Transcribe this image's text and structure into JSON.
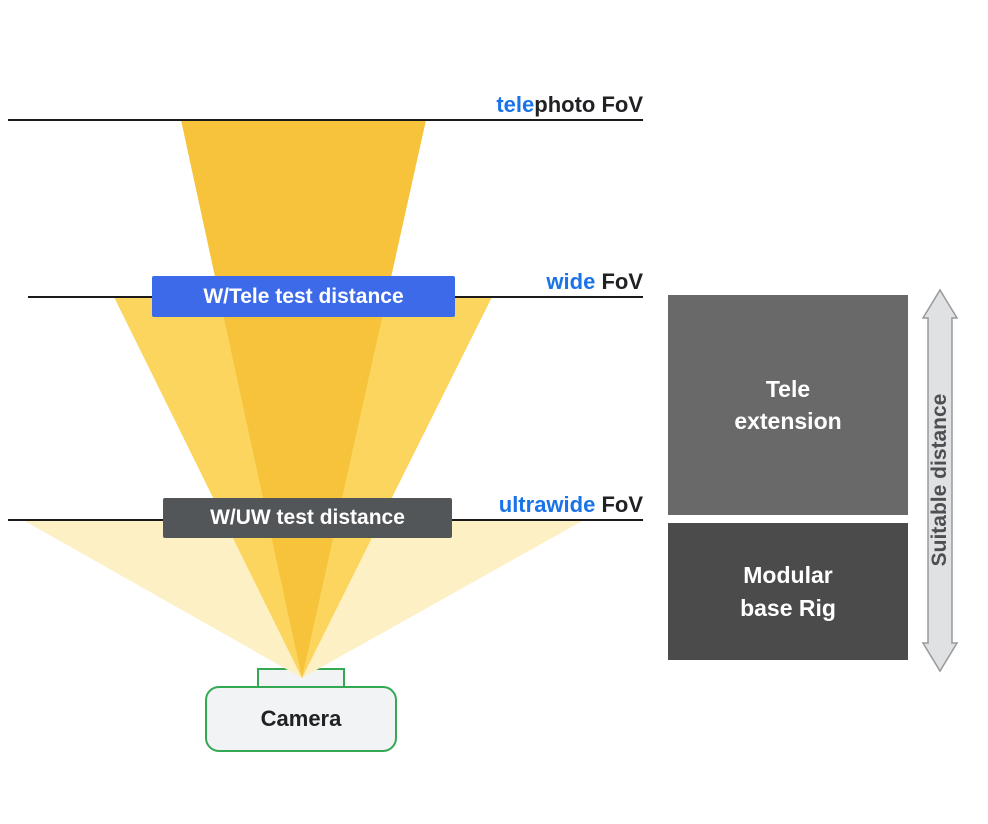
{
  "colors": {
    "telephoto_cone": "#F7C33B",
    "wide_cone": "#FBD55E",
    "ultrawide_cone": "#FDF0C4",
    "blue_box": "#3D6AE8",
    "dark_box": "#535659",
    "accent_blue": "#1A73E8",
    "camera_green": "#34A853",
    "tele_extension_box": "#696969",
    "modular_base_box": "#4B4B4B"
  },
  "fov_labels": {
    "telephoto": {
      "highlight": "tele",
      "rest": "photo FoV"
    },
    "wide": {
      "highlight": "wide",
      "rest": " FoV"
    },
    "ultrawide": {
      "highlight": "ultrawide",
      "rest": " FoV"
    }
  },
  "test_distance": {
    "wide_tele": "W/Tele test distance",
    "wide_ultrawide": "W/UW test distance"
  },
  "camera": {
    "label": "Camera"
  },
  "rig": {
    "tele_extension": "Tele\nextension",
    "modular_base": "Modular\nbase Rig",
    "suitable_distance": "Suitable distance"
  }
}
